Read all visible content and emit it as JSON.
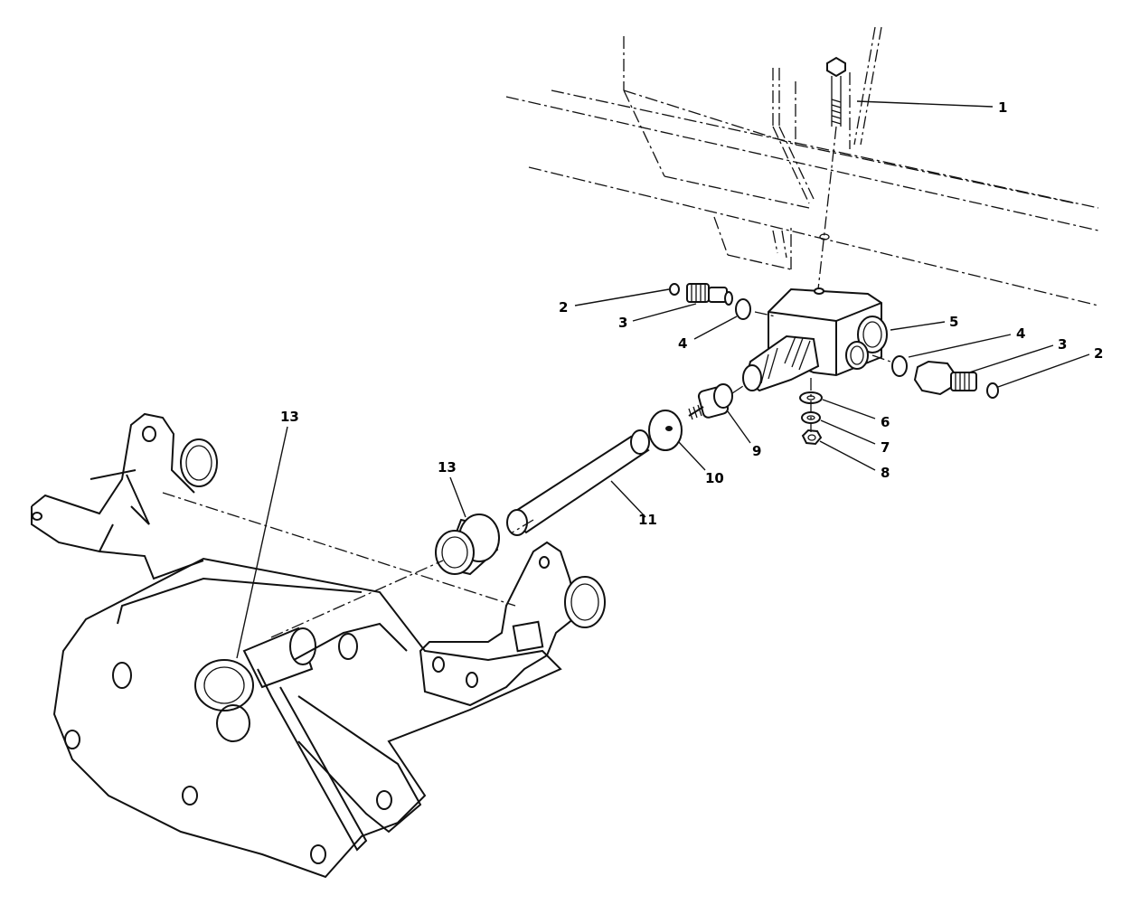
{
  "callouts": {
    "c1": "1",
    "c2a": "2",
    "c3a": "3",
    "c4a": "4",
    "c5": "5",
    "c4b": "4",
    "c3b": "3",
    "c2b": "2",
    "c6": "6",
    "c7": "7",
    "c8": "8",
    "c9": "9",
    "c10": "10",
    "c11": "11",
    "c13a": "13",
    "c13b": "13"
  }
}
